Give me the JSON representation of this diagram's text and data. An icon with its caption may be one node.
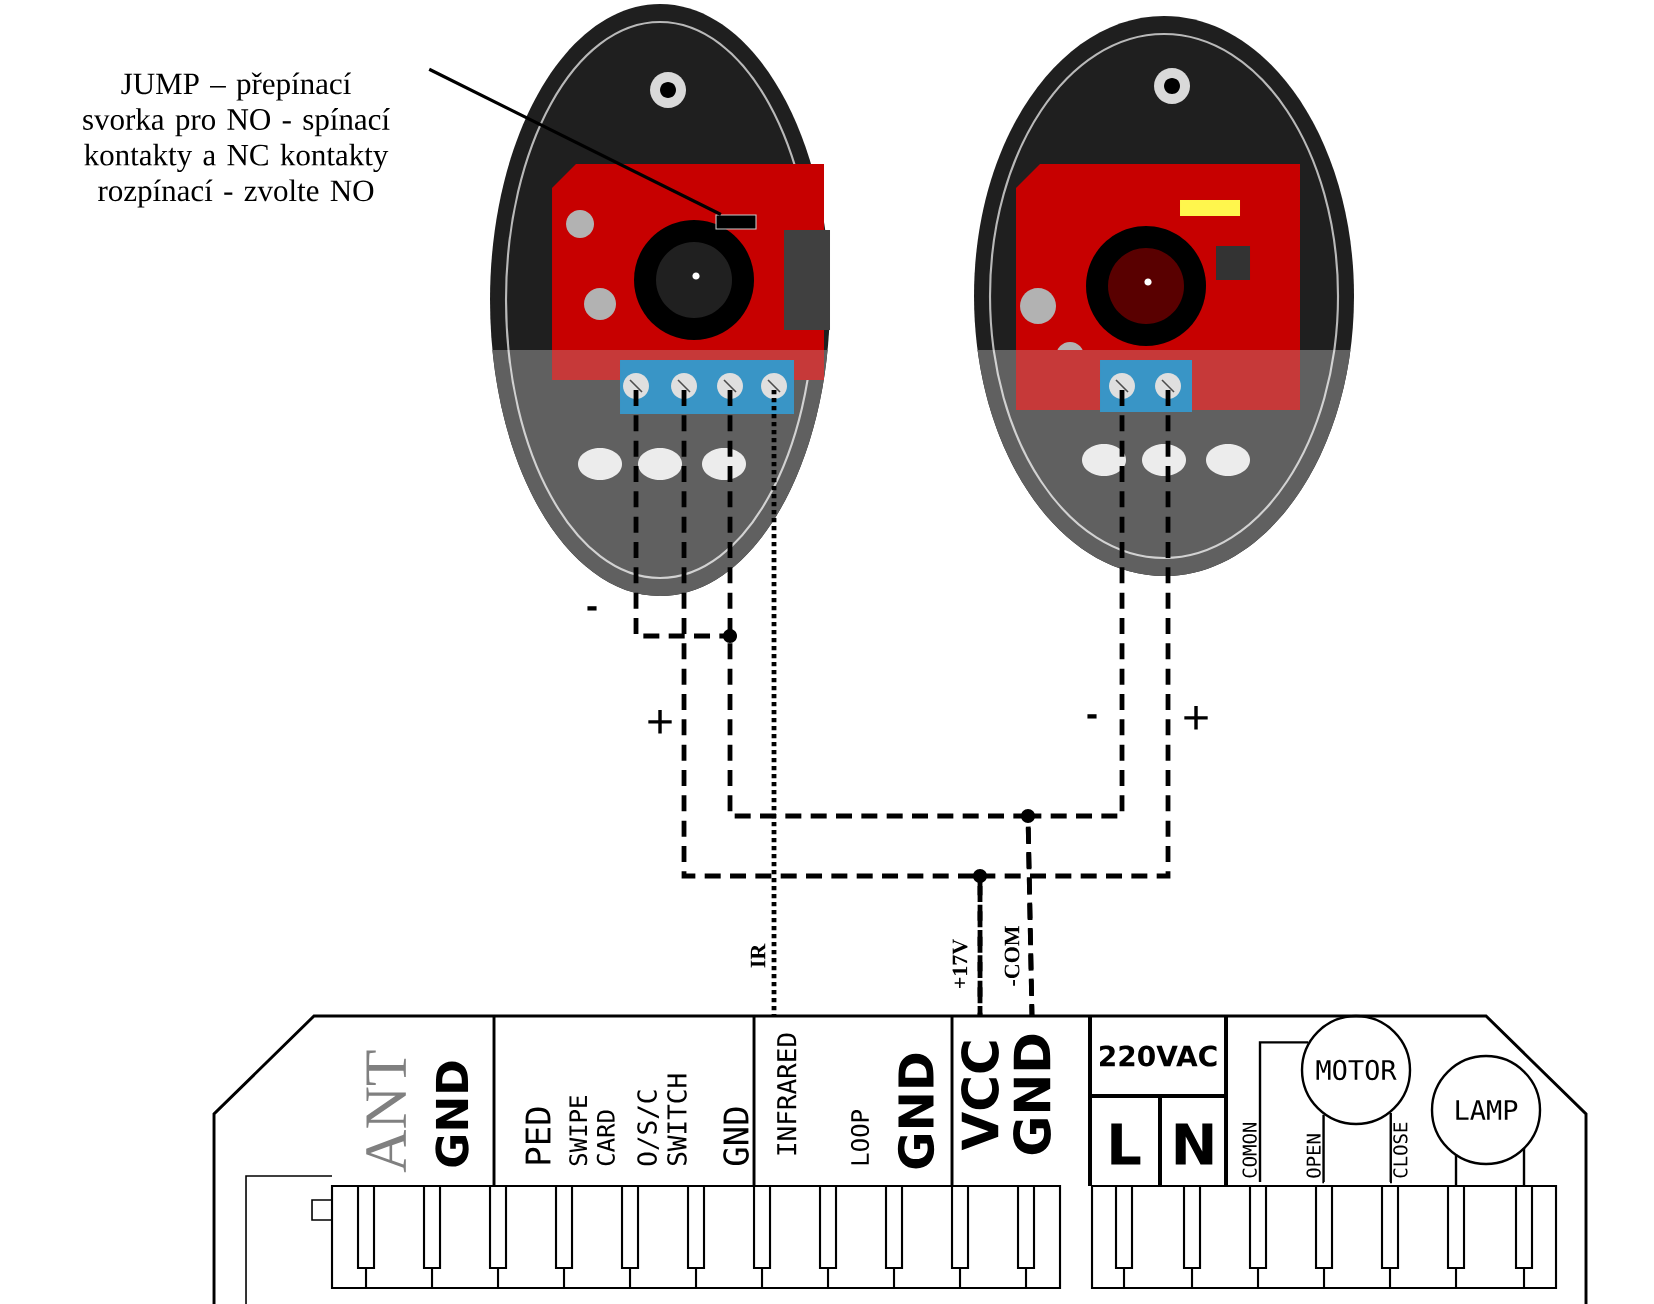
{
  "diagram": {
    "nodes": [
      {
        "text": [
          "JUMP – přepínací svorka pro NO - spínací kontakty a NC kontakty rozpínací - zvolte NO"
        ]
      },
      {
        "text": [],
        "shape": "picture"
      },
      {
        "text": [],
        "shape": "box",
        "in": 1
      },
      {
        "text": [],
        "shape": "picture"
      },
      {
        "text": [
          "INFRARED"
        ]
      },
      {
        "text": [
          "VCC"
        ]
      },
      {
        "text": [
          "GND"
        ]
      },
      {
        "text": [
          "MOTOR"
        ]
      },
      {
        "text": [
          "LAMP"
        ]
      },
      {
        "text": [
          "COMON"
        ]
      },
      {
        "text": [
          "OPEN"
        ]
      },
      {
        "text": [
          "CLOSE"
        ]
      }
    ],
    "edges": [
      {
        "from": 0,
        "to": 2,
        "arrow": "none"
      },
      {
        "from": 1,
        "to": 4,
        "arrow": "none",
        "style": "dashed",
        "label": "IR"
      },
      {
        "from": 1,
        "to": 5,
        "arrow": "none",
        "style": "dashed",
        "label": "+17V"
      },
      {
        "from": 3,
        "to": 5,
        "arrow": "none",
        "style": "dashed"
      },
      {
        "from": 1,
        "to": 6,
        "arrow": "none",
        "style": "dashed",
        "label": "-COM"
      },
      {
        "from": 3,
        "to": 6,
        "arrow": "none",
        "style": "dashed"
      },
      {
        "from": 7,
        "to": 9,
        "arrow": "none"
      },
      {
        "from": 7,
        "to": 10,
        "arrow": "none"
      },
      {
        "from": 7,
        "to": 11,
        "arrow": "none"
      }
    ],
    "labels": [
      "-",
      "+",
      "-",
      "+",
      "ANT",
      "GND",
      "PED",
      "SWIPE CARD",
      "O/S/C SWITCH",
      "GND",
      "LOOP",
      "GND",
      "220VAC",
      "L",
      "N"
    ]
  }
}
